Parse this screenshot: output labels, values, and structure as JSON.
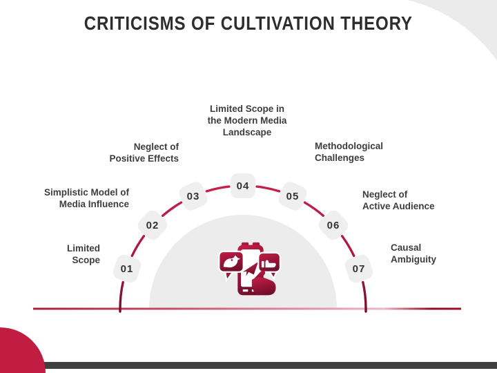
{
  "title": "CRITICISMS OF CULTIVATION THEORY",
  "diagram": {
    "type": "semicircle-numbered-arc",
    "center_icon": "social-media-engagement-icon",
    "items": [
      {
        "num": "01",
        "label": "Limited\nScope"
      },
      {
        "num": "02",
        "label": "Simplistic Model of\nMedia Influence"
      },
      {
        "num": "03",
        "label": "Neglect of\nPositive Effects"
      },
      {
        "num": "04",
        "label": "Limited Scope in\nthe Modern Media\nLandscape"
      },
      {
        "num": "05",
        "label": "Methodological\nChallenges"
      },
      {
        "num": "06",
        "label": "Neglect of\nActive Audience"
      },
      {
        "num": "07",
        "label": "Causal\nAmbiguity"
      }
    ]
  },
  "colors": {
    "accent_crimson": "#c11c41",
    "dark_maroon": "#701028",
    "bottom_bar_gray": "#3f3f3f",
    "light_gray_shapes": "#ececec",
    "label_text": "#3d3d3d",
    "title_text": "#2d2d2d"
  }
}
